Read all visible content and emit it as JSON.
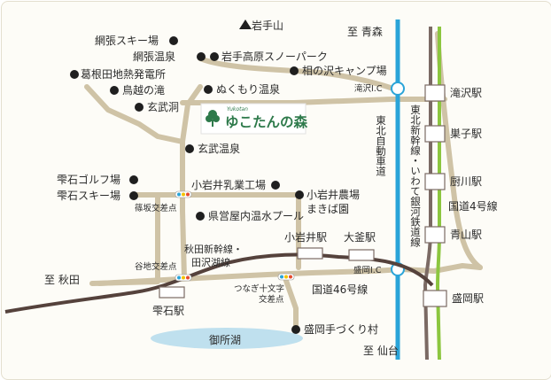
{
  "map": {
    "colors": {
      "background": "#fdfcf7",
      "road": "#cfc3a6",
      "expressway": "#2aa4d8",
      "shinkansen": "#7b6a64",
      "railway_akita": "#55423c",
      "railway_iwate_ginga": "#8cc63f",
      "lake": "#bfe0ee",
      "logo_green": "#2e7a4b",
      "marker": "#1f1f1f"
    },
    "landmarks": {
      "iwate_san": "岩手山",
      "amihari_ski": "網張スキー場",
      "amihari_onsen": "網張温泉",
      "iwate_kogen": "岩手高原スノーパーク",
      "kakkonda": "葛根田地熱発電所",
      "aizawa_camp": "相の沢キャンプ場",
      "torigoe": "鳥越の滝",
      "nukumori": "ぬくもり温泉",
      "genbudo": "玄武洞",
      "genbu_onsen": "玄武温泉",
      "shizukuishi_golf": "雫石ゴルフ場",
      "shizukuishi_ski": "雫石スキー場",
      "koiwai_dairy": "小岩井乳業工場",
      "koiwai_farm_1": "小岩井農場",
      "koiwai_farm_2": "まきば園",
      "kenei_pool": "県営屋内温水プール",
      "tezukuri_mura": "盛岡手づくり村",
      "gosho_lake": "御所湖"
    },
    "destinations": {
      "aomori": "至 青森",
      "akita": "至 秋田",
      "sendai": "至 仙台"
    },
    "interchanges": {
      "takizawa_ic": "滝沢I.C",
      "morioka_ic": "盛岡I.C"
    },
    "intersections": {
      "sakasa": "篠坂交差点",
      "yachi": "谷地交差点",
      "tsunagi_1": "つなぎ十文字",
      "tsunagi_2": "交差点"
    },
    "routes": {
      "expressway": "東北自動車道",
      "shinkansen_iwate": "東北新幹線・いわて銀河鉄道線",
      "national_4": "国道4号線",
      "national_46": "国道46号線",
      "akita_line_1": "秋田新幹線・",
      "akita_line_2": "田沢湖線"
    },
    "stations": {
      "takizawa": "滝沢駅",
      "sugo": "巣子駅",
      "kuriyagawa": "厨川駅",
      "aoyama": "青山駅",
      "morioka": "盛岡駅",
      "koiwai": "小岩井駅",
      "omagari": "大釜駅",
      "shizukuishi": "雫石駅"
    },
    "logo": {
      "main": "ゆこたんの森",
      "sub": "Yukotan"
    }
  }
}
